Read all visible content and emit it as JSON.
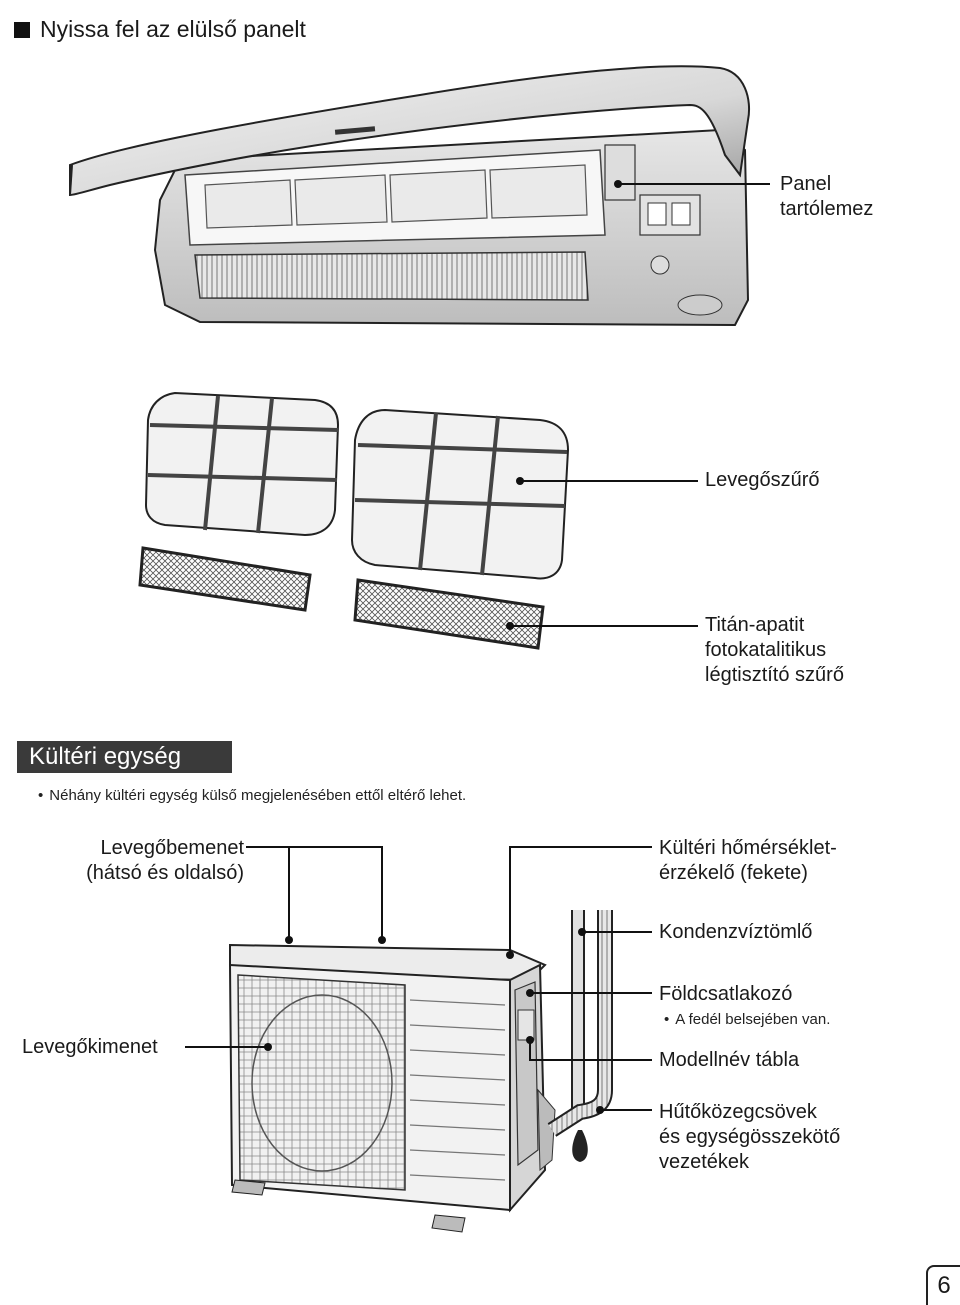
{
  "heading": "Nyissa fel az elülső panelt",
  "labels": {
    "panel_holder": [
      "Panel",
      "tartólemez"
    ],
    "air_filter": "Levegőszűrő",
    "titan_filter": [
      "Titán-apatit",
      "fotokatalitikus",
      "légtisztító szűrő"
    ]
  },
  "outdoor": {
    "title": "Kültéri egység",
    "note": "Néhány kültéri egység külső megjelenésében ettől eltérő lehet.",
    "air_inlet": [
      "Levegőbemenet",
      "(hátsó és oldalsó)"
    ],
    "temp_sensor": [
      "Kültéri hőmérséklet-",
      "érzékelő (fekete)"
    ],
    "drain_hose": "Kondenzvíztömlő",
    "ground_terminal": "Földcsatlakozó",
    "ground_note": "A fedél belsejében van.",
    "air_outlet": "Levegőkimenet",
    "model_plate": "Modellnév tábla",
    "pipes": [
      "Hűtőközegcsövek",
      "és egységösszekötő",
      "vezetékek"
    ]
  },
  "page_number": "6"
}
